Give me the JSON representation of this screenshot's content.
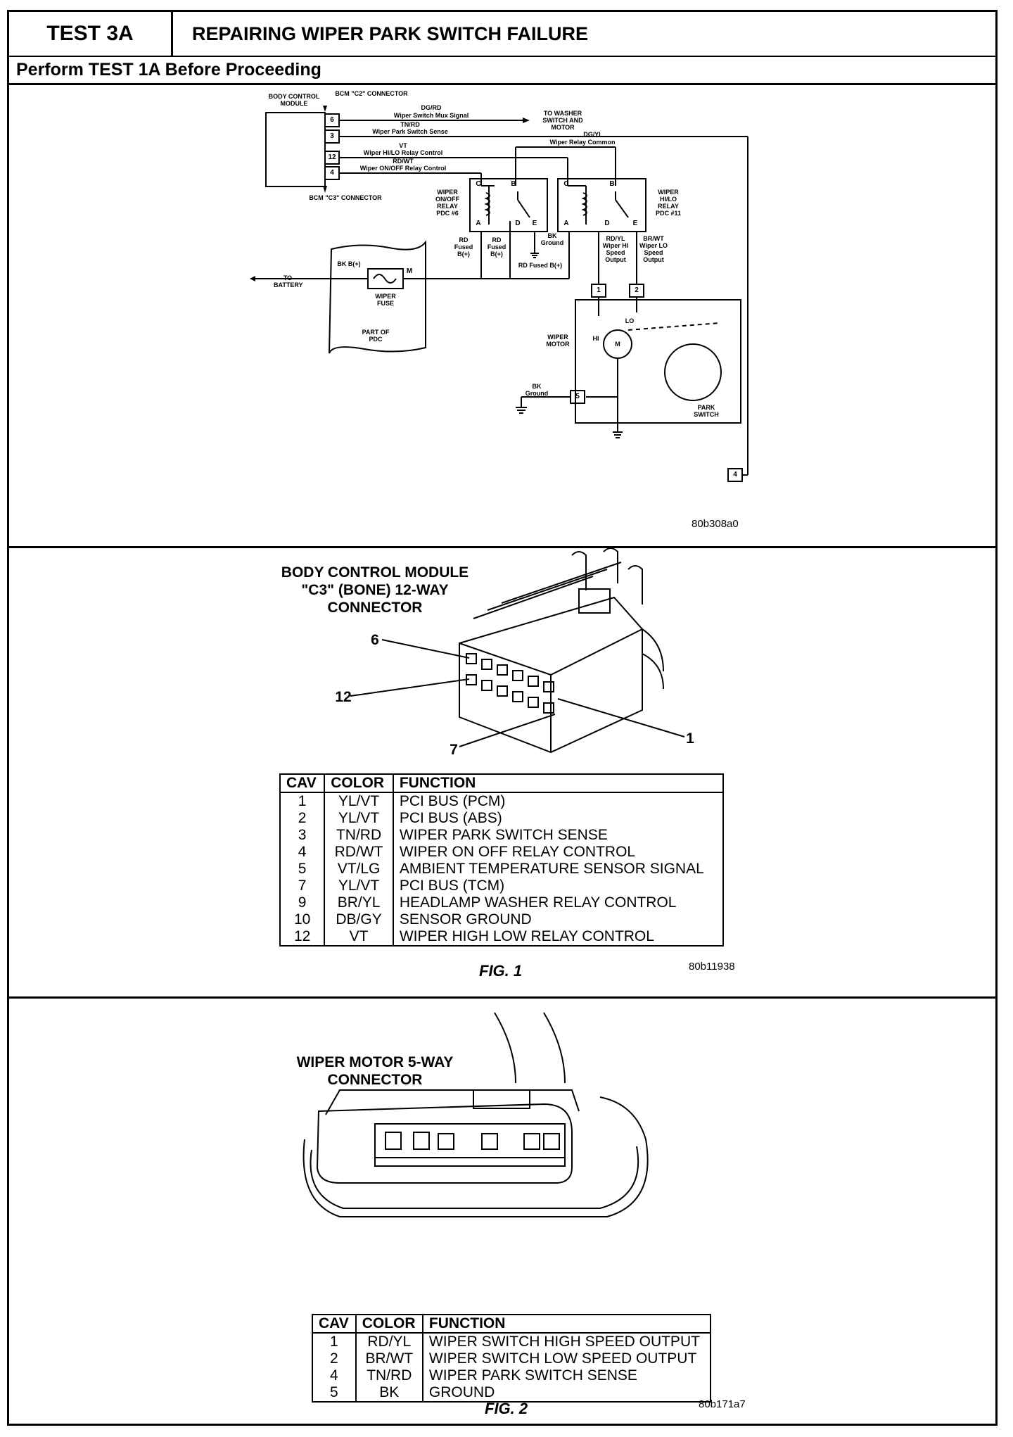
{
  "header": {
    "test_id": "TEST 3A",
    "title": "REPAIRING WIPER PARK SWITCH FAILURE",
    "subtitle": "Perform TEST 1A Before Proceeding"
  },
  "diagram": {
    "bcm": "BODY CONTROL MODULE",
    "c2": "BCM \"C2\" CONNECTOR",
    "c3": "BCM \"C3\" CONNECTOR",
    "pins": [
      "6",
      "3",
      "12",
      "4"
    ],
    "w1_color": "DG/RD",
    "w1_name": "Wiper Switch Mux Signal",
    "to_washer": "TO WASHER SWITCH AND MOTOR",
    "w2_color": "TN/RD",
    "w2_name": "Wiper Park Switch Sense",
    "w3_color": "VT",
    "w3_name": "Wiper HI/LO Relay Control",
    "w4_color": "RD/WT",
    "w4_name": "Wiper ON/OFF Relay Control",
    "common_color": "DG/YL",
    "common_name": "Wiper Relay Common",
    "relay1": "WIPER ON/OFF RELAY PDC #6",
    "relay2": "WIPER HI/LO RELAY PDC #11",
    "pin_c": "C",
    "pin_b": "B",
    "pin_a": "A",
    "pin_d": "D",
    "pin_e": "E",
    "rd_fused": "RD Fused B(+)",
    "bk_ground": "BK Ground",
    "rdyl": "RD/YL Wiper HI Speed Output",
    "brwt": "BR/WT Wiper LO Speed Output",
    "to_battery": "TO BATTERY",
    "bk_b": "BK B(+)",
    "m": "M",
    "fuse": "WIPER FUSE",
    "part_pdc": "PART OF PDC",
    "motor": "WIPER MOTOR",
    "hi": "HI",
    "lo": "LO",
    "mm": "M",
    "park": "PARK SWITCH",
    "mpins": [
      "1",
      "2",
      "5",
      "4"
    ],
    "code": "80b308a0"
  },
  "fig1": {
    "title": "BODY CONTROL MODULE \"C3\" (BONE) 12-WAY CONNECTOR",
    "callouts": [
      "6",
      "12",
      "1",
      "7"
    ],
    "headers": [
      "CAV",
      "COLOR",
      "FUNCTION"
    ],
    "rows": [
      [
        "1",
        "YL/VT",
        "PCI BUS (PCM)"
      ],
      [
        "2",
        "YL/VT",
        "PCI BUS (ABS)"
      ],
      [
        "3",
        "TN/RD",
        "WIPER PARK SWITCH SENSE"
      ],
      [
        "4",
        "RD/WT",
        "WIPER ON OFF RELAY CONTROL"
      ],
      [
        "5",
        "VT/LG",
        "AMBIENT TEMPERATURE SENSOR SIGNAL"
      ],
      [
        "7",
        "YL/VT",
        "PCI BUS (TCM)"
      ],
      [
        "9",
        "BR/YL",
        "HEADLAMP WASHER RELAY CONTROL"
      ],
      [
        "10",
        "DB/GY",
        "SENSOR GROUND"
      ],
      [
        "12",
        "VT",
        "WIPER HIGH LOW RELAY CONTROL"
      ]
    ],
    "caption": "FIG. 1",
    "code": "80b11938"
  },
  "fig2": {
    "title": "WIPER MOTOR 5-WAY CONNECTOR",
    "headers": [
      "CAV",
      "COLOR",
      "FUNCTION"
    ],
    "rows": [
      [
        "1",
        "RD/YL",
        "WIPER SWITCH HIGH SPEED OUTPUT"
      ],
      [
        "2",
        "BR/WT",
        "WIPER SWITCH LOW SPEED OUTPUT"
      ],
      [
        "4",
        "TN/RD",
        "WIPER PARK SWITCH SENSE"
      ],
      [
        "5",
        "BK",
        "GROUND"
      ]
    ],
    "caption": "FIG. 2",
    "code": "80b171a7"
  }
}
